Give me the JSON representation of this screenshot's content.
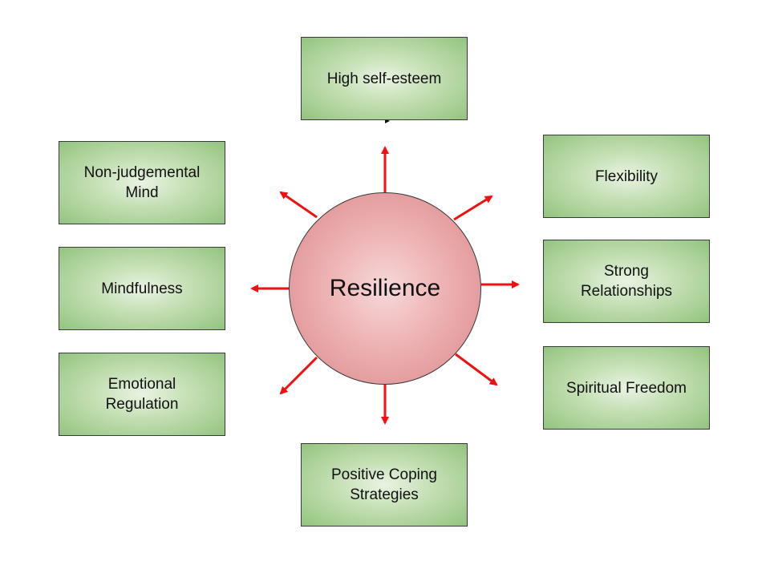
{
  "center": {
    "label": "Resilience"
  },
  "boxes": {
    "top": "High self-esteem",
    "left_top": "Non-judgemental Mind",
    "left_middle": "Mindfulness",
    "left_bottom": "Emotional Regulation",
    "right_top": "Flexibility",
    "right_middle": "Strong Relationships",
    "right_bottom": "Spiritual Freedom",
    "bottom": "Positive Coping Strategies"
  },
  "colors": {
    "arrow": "#ee1111",
    "box_fill": "#a9d096",
    "circle_fill": "#e39a9c",
    "border": "#3a3a3a"
  }
}
